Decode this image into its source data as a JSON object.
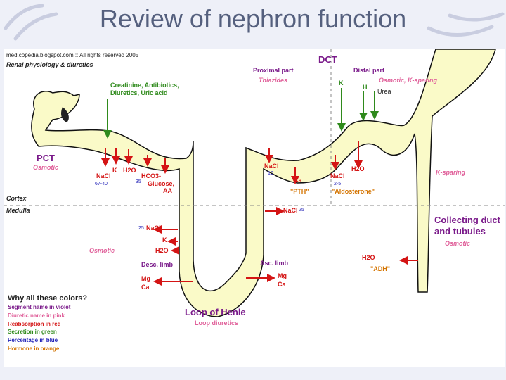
{
  "slide": {
    "title": "Review of nephron function"
  },
  "header": {
    "copyright": "med.copedia.blogspot.com :: All rights reserved 2005",
    "subtitle": "Renal physiology & diuretics"
  },
  "segments": {
    "pct": "PCT",
    "dct": "DCT",
    "proximal_part": "Proximal part",
    "distal_part": "Distal part",
    "desc_limb": "Desc. limb",
    "asc_limb": "Asc. limb",
    "loop": "Loop of Henle",
    "collecting_line1": "Collecting duct",
    "collecting_line2": "and tubules"
  },
  "zones": {
    "cortex": "Cortex",
    "medulla": "Medulla"
  },
  "diuretics": {
    "pct": "Osmotic",
    "proximal_dct": "Thiazides",
    "distal_dct": "Osmotic, K-sparing",
    "k_sparing": "K-sparing",
    "desc_limb": "Osmotic",
    "loop": "Loop diuretics",
    "collecting": "Osmotic"
  },
  "secretion": {
    "pct": "Creatinine, Antibiotics,",
    "pct2": "Diuretics, Uric acid",
    "dct_k": "K",
    "dct_h": "H",
    "dct_urea": "Urea"
  },
  "reabsorption": {
    "pct_nacl": "NaCl",
    "pct_k": "K",
    "pct_h2o": "H2O",
    "pct_hco3": "HCO3-",
    "pct_glucose": "Glucose,",
    "pct_aa": "AA",
    "dct_nacl1": "NaCl",
    "dct_ca": "Ca",
    "dct_nacl2": "NaCl",
    "dct_h2o": "H2O",
    "asc_nacl": "NaCl",
    "desc_nacl": "NaCl",
    "desc_k": "K",
    "desc_h2o": "H2O",
    "mg_left": "Mg",
    "ca_left": "Ca",
    "mg_right": "Mg",
    "ca_right": "Ca",
    "cd_h2o": "H2O"
  },
  "percentages": {
    "pct_nacl": "67-40",
    "pct_hco3": "35",
    "dct_nacl1": "10",
    "dct_nacl2": "2-5",
    "asc_nacl": "25",
    "desc_nacl": "25"
  },
  "hormones": {
    "pth": "\"PTH\"",
    "aldosterone": "\"Aldosterone\"",
    "adh": "\"ADH\""
  },
  "legend": {
    "title": "Why all these colors?",
    "items": [
      {
        "label": "Segment name in violet",
        "color": "#7a1a8a"
      },
      {
        "label": "Diuretic name in pink",
        "color": "#e0609a"
      },
      {
        "label": "Reabsorption in red",
        "color": "#d41414"
      },
      {
        "label": "Secretion in green",
        "color": "#2f8a1c"
      },
      {
        "label": "Percentage in blue",
        "color": "#2424b8"
      },
      {
        "label": "Hormone in orange",
        "color": "#d47400"
      }
    ]
  },
  "colors": {
    "tubule_fill": "#fafac8",
    "tubule_stroke": "#111111",
    "reabsorption": "#d41414",
    "secretion": "#2f8a1c",
    "title": "#55607e"
  }
}
